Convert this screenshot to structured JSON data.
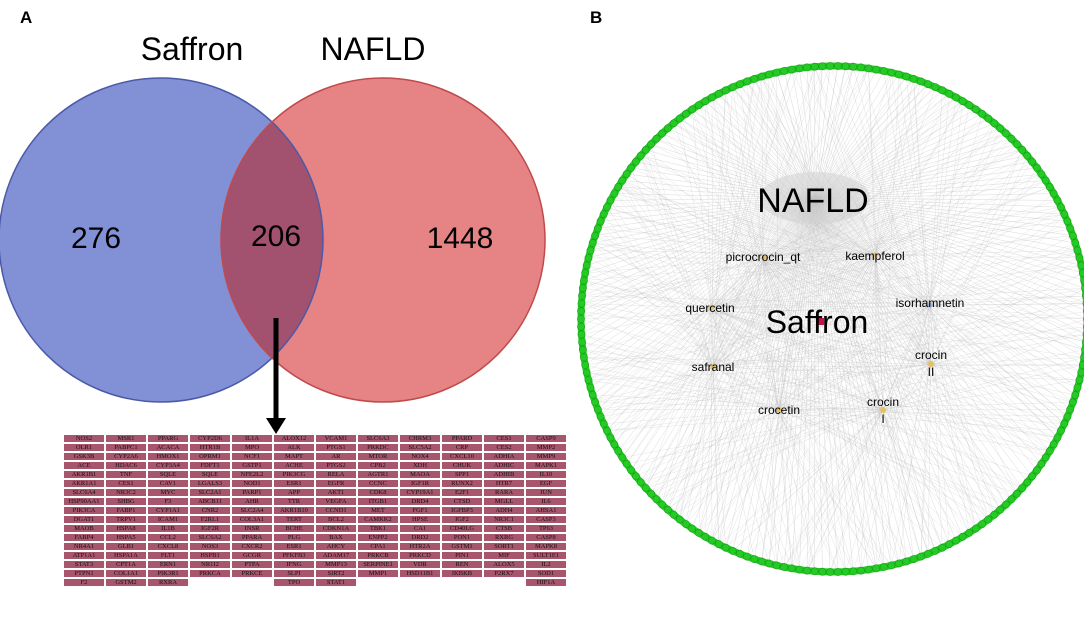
{
  "panel_a": {
    "label": "A",
    "venn": {
      "left_set": {
        "name": "Saffron",
        "unique": "276",
        "color": "#7b8ad3"
      },
      "right_set": {
        "name": "NAFLD",
        "unique": "1448",
        "color": "#e57c7d"
      },
      "intersection": {
        "count": "206",
        "color": "#a2516f"
      }
    },
    "genes_columns": [
      [
        "NOS2",
        "OLR1",
        "GSK3B",
        "ACE",
        "AKR1B1",
        "AKR1A1",
        "SLC6A4",
        "HSP90AA1",
        "PIK3CA",
        "DGAT1",
        "MAOB",
        "FABP4",
        "NR4A1",
        "ATP1A1",
        "STAT3",
        "PTPN1",
        "F2"
      ],
      [
        "MSR1",
        "PABPC1",
        "CYP2A6",
        "HDAC6",
        "TNF",
        "CES1",
        "NR3C2",
        "SHBG",
        "FABP1",
        "TRPV1",
        "HSPA8",
        "HSPA5",
        "GLB1",
        "HSPA1A",
        "CPT1A",
        "COL1A1",
        "GSTM2"
      ],
      [
        "PPARG",
        "ACACA",
        "HMOX1",
        "CYP3A4",
        "SQLE",
        "CAV1",
        "MYC",
        "F3",
        "CYP1A1",
        "ICAM1",
        "IL1B",
        "CCL2",
        "CXCL8",
        "FLT1",
        "ERN1",
        "PIK3R1",
        "RXRA"
      ],
      [
        "CYP2D6",
        "HTR1B",
        "OPRM1",
        "FDFT1",
        "SQLE",
        "LGALS3",
        "SLC2A1",
        "ABCB11",
        "CNR2",
        "F2RL1",
        "IGF2R",
        "SLC6A2",
        "NOS3",
        "HSPB1",
        "NR1I2",
        "PRKCA",
        ""
      ],
      [
        "IL1A",
        "MPO",
        "NCF1",
        "GSTP1",
        "NFE2L2",
        "NOD1",
        "PARP1",
        "AHR",
        "SLC2A4",
        "COL3A1",
        "INSR",
        "PPARA",
        "CXCR2",
        "GCGR",
        "PTPA",
        "PRKCE",
        ""
      ],
      [
        "ALOX12",
        "ALK",
        "MAPT",
        "ACHE",
        "PIK3CG",
        "ESR1",
        "APP",
        "TTR",
        "AKR1B10",
        "TERT",
        "BCHE",
        "PLG",
        "ESR1",
        "PFKFB3",
        "IFNG",
        "SLPI",
        "TPO"
      ],
      [
        "VCAM1",
        "PTGS1",
        "AR",
        "PTGS2",
        "RELA",
        "EGFR",
        "AKT1",
        "VEGFA",
        "CCND1",
        "BCL2",
        "CDKN1A",
        "BAX",
        "AHCY",
        "ADAM17",
        "MMP13",
        "SIRT2",
        "STAT1"
      ],
      [
        "SLC6A3",
        "PRKDC",
        "MTOR",
        "CPB2",
        "AGTR1",
        "CCNC",
        "CDK8",
        "ITGB1",
        "MET",
        "CAMKK2",
        "TBK1",
        "ENPP2",
        "CPA1",
        "PRKCB",
        "SERPINE1",
        "MMP1",
        ""
      ],
      [
        "CHRM3",
        "SLC5A2",
        "NOX4",
        "XDH",
        "MAOA",
        "IGF1R",
        "CYP19A1",
        "DRD4",
        "FGF1",
        "HPSE",
        "CA1",
        "DRD2",
        "HTR2A",
        "PRKCD",
        "VDR",
        "HSD11B1",
        ""
      ],
      [
        "PPARD",
        "CRP",
        "CXCL10",
        "CHUK",
        "SPP1",
        "RUNX2",
        "E2F1",
        "CTSD",
        "IGFBP3",
        "IGF2",
        "CD40LG",
        "PON1",
        "GSTM1",
        "PIN1",
        "REN",
        "IKBKB",
        ""
      ],
      [
        "CES1",
        "CES2",
        "ADHIA",
        "ADHIC",
        "ADHIB",
        "HTR7",
        "RARA",
        "MGLL",
        "ADH4",
        "NR3C1",
        "CTSB",
        "RXRG",
        "SORT1",
        "MIF",
        "ALOX5",
        "P2RX7",
        ""
      ],
      [
        "CASP9",
        "MMP2",
        "MMP9",
        "MAPK1",
        "IL10",
        "EGF",
        "JUN",
        "IL6",
        "AHSA1",
        "CASP3",
        "TP63",
        "CASP8",
        "MAPK8",
        "SULT1E1",
        "IL2",
        "SOD1",
        "HIF1A"
      ]
    ]
  },
  "panel_b": {
    "label": "B",
    "center_labels": {
      "disease": "NAFLD",
      "herb": "Saffron"
    },
    "compounds": [
      "picrocrocin_qt",
      "kaempferol",
      "quercetin",
      "isorhamnetin",
      "crocin II",
      "safranal",
      "crocetin",
      "crocin I"
    ],
    "node_color": "#22cc22",
    "ring_node_count": 206,
    "edge_color": "#b5b5b5",
    "herb_node_color": "#cc1144",
    "compound_node_color": "#e8c060"
  }
}
